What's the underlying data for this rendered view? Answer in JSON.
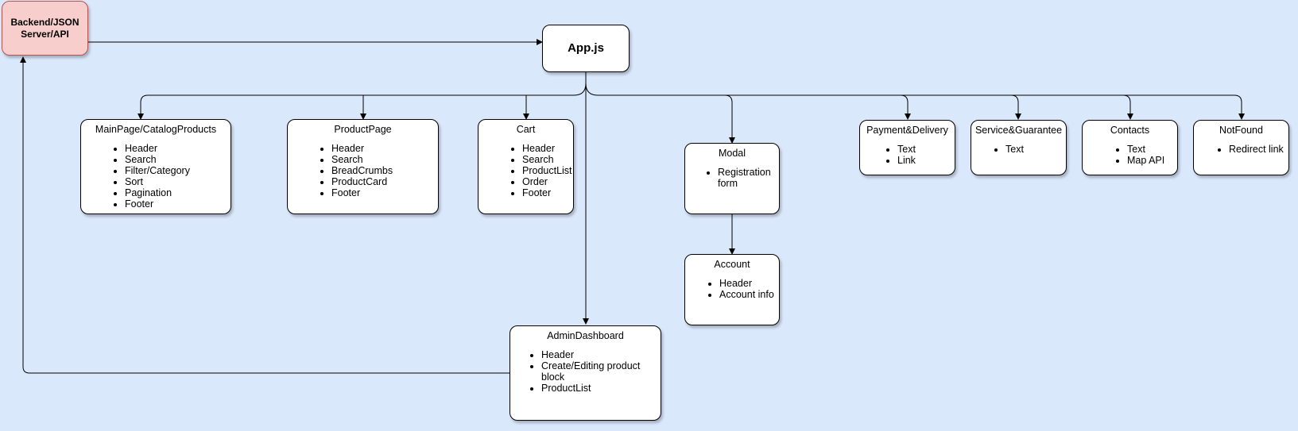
{
  "diagram": {
    "backend": {
      "label": "Backend/JSON Server/API"
    },
    "app": {
      "label": "App.js"
    },
    "main_page": {
      "title": "MainPage/CatalogProducts",
      "items": [
        "Header",
        "Search",
        "Filter/Category",
        "Sort",
        "Pagination",
        "Footer"
      ]
    },
    "product_page": {
      "title": "ProductPage",
      "items": [
        "Header",
        "Search",
        "BreadCrumbs",
        "ProductCard",
        "Footer"
      ]
    },
    "cart": {
      "title": "Cart",
      "items": [
        "Header",
        "Search",
        "ProductList",
        "Order",
        "Footer"
      ]
    },
    "modal": {
      "title": "Modal",
      "items": [
        "Registration form"
      ]
    },
    "account": {
      "title": "Account",
      "items": [
        "Header",
        "Account info"
      ]
    },
    "admin": {
      "title": "AdminDashboard",
      "items": [
        "Header",
        "Create/Editing product block",
        "ProductList"
      ]
    },
    "payment": {
      "title": "Payment&Delivery",
      "items": [
        "Text",
        "Link"
      ]
    },
    "service": {
      "title": "Service&Guarantee",
      "items": [
        "Text"
      ]
    },
    "contacts": {
      "title": "Contacts",
      "items": [
        "Text",
        "Map API"
      ]
    },
    "notfound": {
      "title": "NotFound",
      "items": [
        "Redirect link"
      ]
    }
  },
  "colors": {
    "background": "#dae8fc",
    "node_fill": "#ffffff",
    "node_border": "#000000",
    "backend_fill": "#f8cecc",
    "backend_border": "#b85450"
  }
}
